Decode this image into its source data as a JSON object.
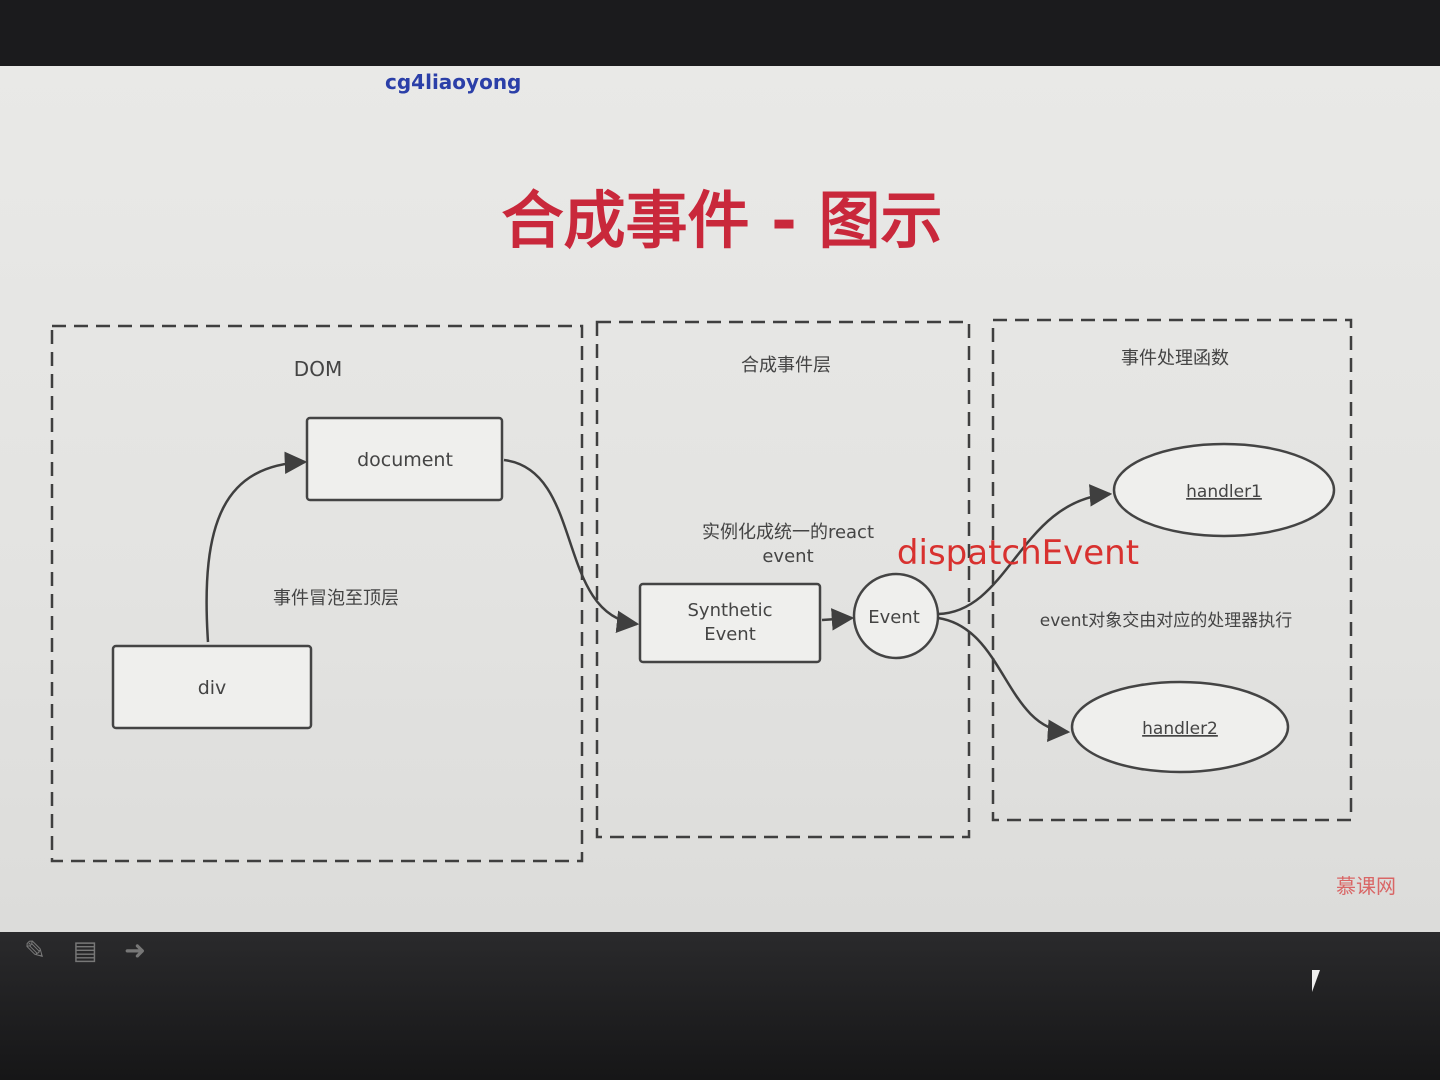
{
  "watermark": "cg4liaoyong",
  "title": "合成事件 - 图示",
  "regions": {
    "dom": "DOM",
    "synthetic": "合成事件层",
    "handlers": "事件处理函数"
  },
  "nodes": {
    "document": "document",
    "div": "div",
    "synthetic_event_line1": "Synthetic",
    "synthetic_event_line2": "Event",
    "event": "Event",
    "handler1": "handler1",
    "handler2": "handler2"
  },
  "annotations": {
    "bubble": "事件冒泡至顶层",
    "instantiate_line1": "实例化成统一的react",
    "instantiate_line2": "event",
    "dispatch": "dispatchEvent",
    "execute": "event对象交由对应的处理器执行"
  },
  "logo": "慕课网",
  "toolbar": {
    "pen": "pen-icon",
    "note": "note-icon",
    "next": "arrow-right-icon"
  },
  "colors": {
    "title": "#c9283b",
    "dispatch": "#d8312f",
    "watermark": "#2b3fa8",
    "stroke": "#3f3f3f"
  }
}
